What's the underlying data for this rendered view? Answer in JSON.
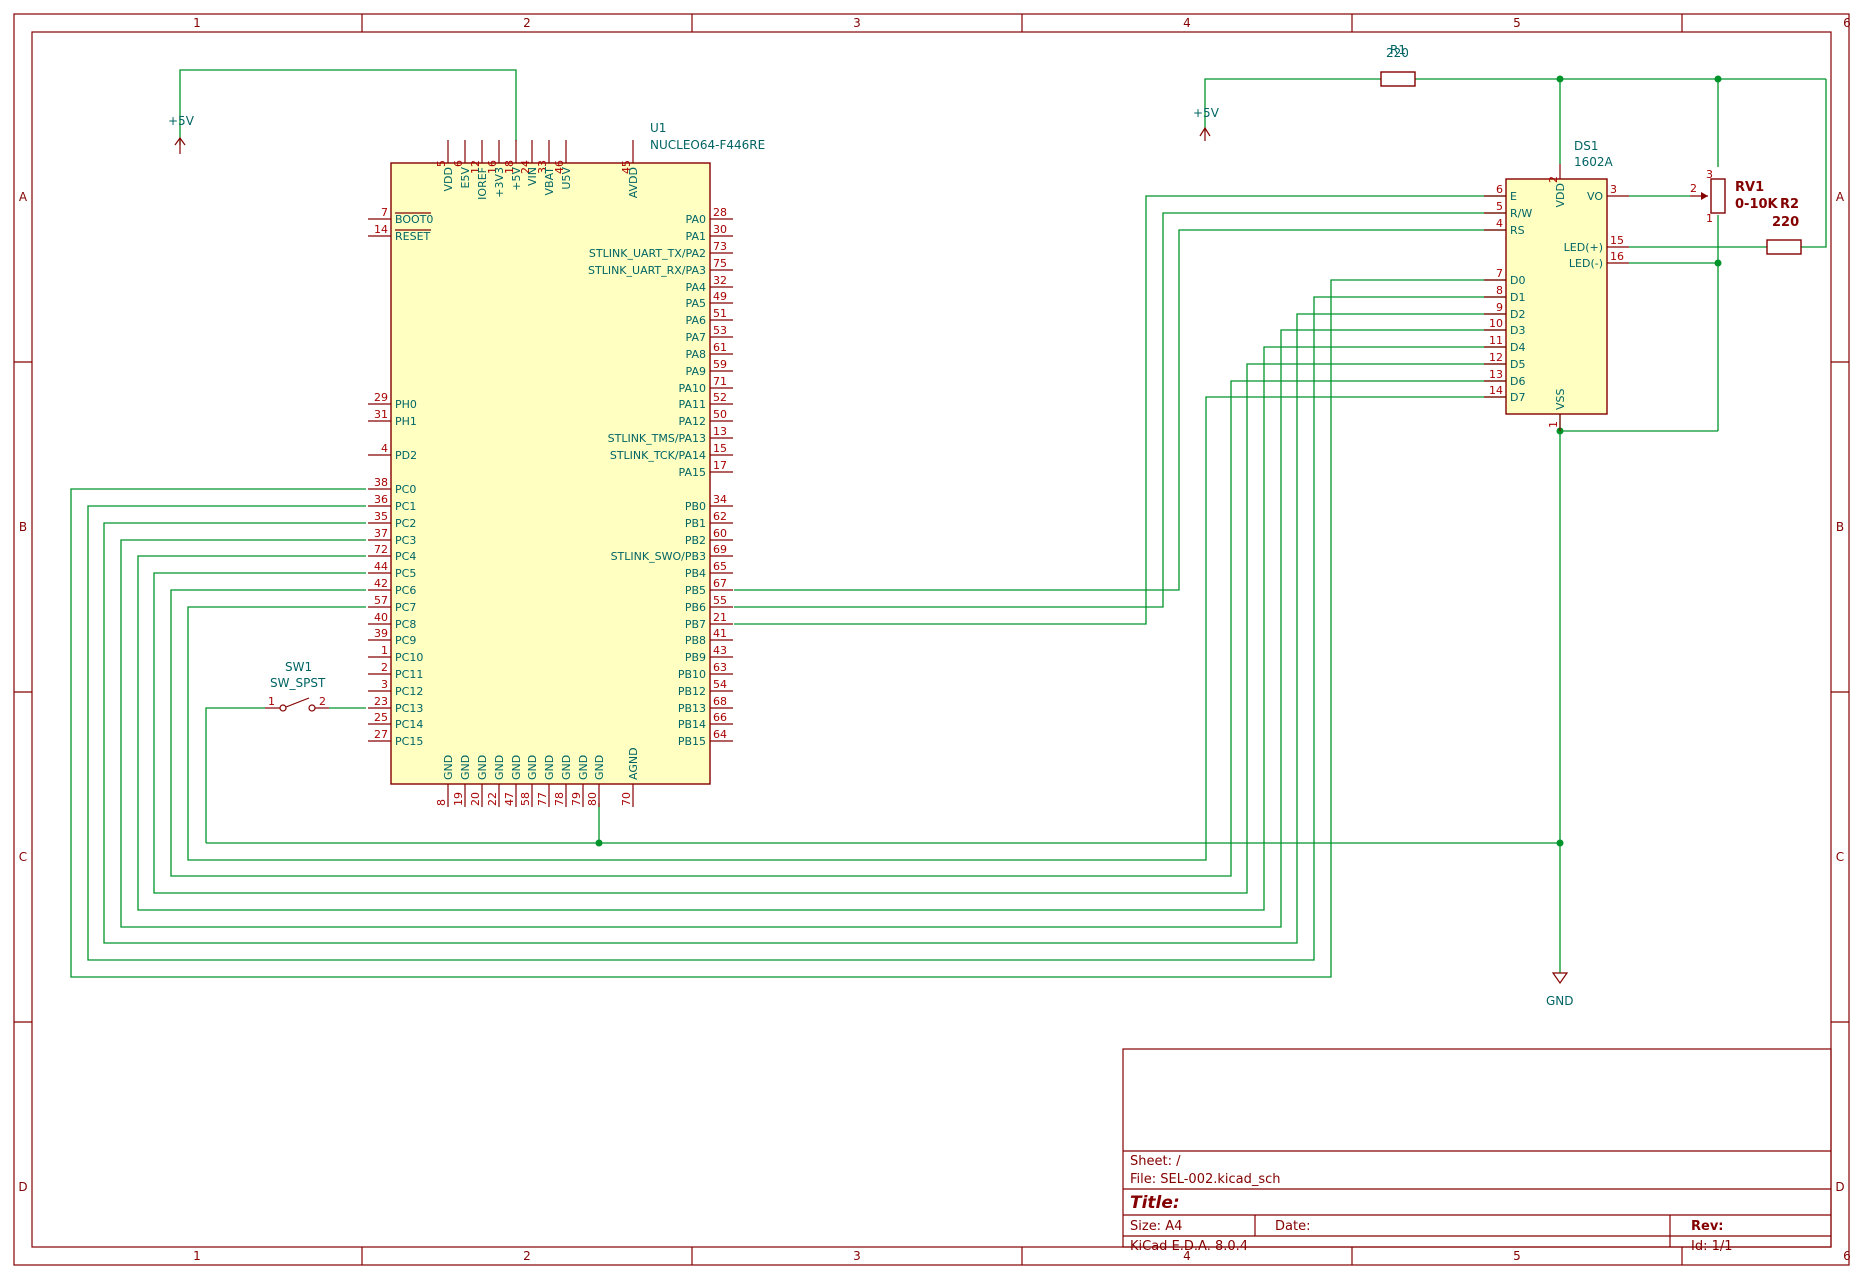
{
  "frame": {
    "columns": [
      "1",
      "2",
      "3",
      "4",
      "5",
      "6"
    ],
    "rows": [
      "A",
      "B",
      "C",
      "D"
    ]
  },
  "title_block": {
    "sheet_label": "Sheet: /",
    "file_label": "File: SEL-002.kicad_sch",
    "title_label": "Title:",
    "size_label": "Size: A4",
    "date_label": "Date:",
    "rev_label": "Rev:",
    "tool_label": "KiCad E.D.A. 8.0.4",
    "id_label": "Id: 1/1"
  },
  "u1": {
    "ref": "U1",
    "value": "NUCLEO64-F446RE",
    "top_pins": [
      {
        "num": "5",
        "name": "VDD"
      },
      {
        "num": "6",
        "name": "E5V"
      },
      {
        "num": "12",
        "name": "IOREF"
      },
      {
        "num": "16",
        "name": "+3V3"
      },
      {
        "num": "18",
        "name": "+5V"
      },
      {
        "num": "24",
        "name": "VIN"
      },
      {
        "num": "33",
        "name": "VBAT"
      },
      {
        "num": "46",
        "name": "U5V"
      },
      {
        "num": "45",
        "name": "AVDD"
      }
    ],
    "left_pins": [
      {
        "num": "7",
        "name": "BOOT0"
      },
      {
        "num": "14",
        "name": "RESET"
      },
      {
        "num": "29",
        "name": "PH0"
      },
      {
        "num": "31",
        "name": "PH1"
      },
      {
        "num": "4",
        "name": "PD2"
      },
      {
        "num": "38",
        "name": "PC0"
      },
      {
        "num": "36",
        "name": "PC1"
      },
      {
        "num": "35",
        "name": "PC2"
      },
      {
        "num": "37",
        "name": "PC3"
      },
      {
        "num": "72",
        "name": "PC4"
      },
      {
        "num": "44",
        "name": "PC5"
      },
      {
        "num": "42",
        "name": "PC6"
      },
      {
        "num": "57",
        "name": "PC7"
      },
      {
        "num": "40",
        "name": "PC8"
      },
      {
        "num": "39",
        "name": "PC9"
      },
      {
        "num": "1",
        "name": "PC10"
      },
      {
        "num": "2",
        "name": "PC11"
      },
      {
        "num": "3",
        "name": "PC12"
      },
      {
        "num": "23",
        "name": "PC13"
      },
      {
        "num": "25",
        "name": "PC14"
      },
      {
        "num": "27",
        "name": "PC15"
      }
    ],
    "right_pins": [
      {
        "num": "28",
        "name": "PA0"
      },
      {
        "num": "30",
        "name": "PA1"
      },
      {
        "num": "73",
        "name": "STLINK_UART_TX/PA2"
      },
      {
        "num": "75",
        "name": "STLINK_UART_RX/PA3"
      },
      {
        "num": "32",
        "name": "PA4"
      },
      {
        "num": "49",
        "name": "PA5"
      },
      {
        "num": "51",
        "name": "PA6"
      },
      {
        "num": "53",
        "name": "PA7"
      },
      {
        "num": "61",
        "name": "PA8"
      },
      {
        "num": "59",
        "name": "PA9"
      },
      {
        "num": "71",
        "name": "PA10"
      },
      {
        "num": "52",
        "name": "PA11"
      },
      {
        "num": "50",
        "name": "PA12"
      },
      {
        "num": "13",
        "name": "STLINK_TMS/PA13"
      },
      {
        "num": "15",
        "name": "STLINK_TCK/PA14"
      },
      {
        "num": "17",
        "name": "PA15"
      },
      {
        "num": "34",
        "name": "PB0"
      },
      {
        "num": "62",
        "name": "PB1"
      },
      {
        "num": "60",
        "name": "PB2"
      },
      {
        "num": "69",
        "name": "STLINK_SWO/PB3"
      },
      {
        "num": "65",
        "name": "PB4"
      },
      {
        "num": "67",
        "name": "PB5"
      },
      {
        "num": "55",
        "name": "PB6"
      },
      {
        "num": "21",
        "name": "PB7"
      },
      {
        "num": "41",
        "name": "PB8"
      },
      {
        "num": "43",
        "name": "PB9"
      },
      {
        "num": "63",
        "name": "PB10"
      },
      {
        "num": "54",
        "name": "PB12"
      },
      {
        "num": "68",
        "name": "PB13"
      },
      {
        "num": "66",
        "name": "PB14"
      },
      {
        "num": "64",
        "name": "PB15"
      }
    ],
    "bottom_pins": [
      {
        "num": "8",
        "name": "GND"
      },
      {
        "num": "19",
        "name": "GND"
      },
      {
        "num": "20",
        "name": "GND"
      },
      {
        "num": "22",
        "name": "GND"
      },
      {
        "num": "47",
        "name": "GND"
      },
      {
        "num": "58",
        "name": "GND"
      },
      {
        "num": "77",
        "name": "GND"
      },
      {
        "num": "78",
        "name": "GND"
      },
      {
        "num": "79",
        "name": "GND"
      },
      {
        "num": "80",
        "name": "GND"
      },
      {
        "num": "70",
        "name": "AGND"
      }
    ]
  },
  "ds1": {
    "ref": "DS1",
    "value": "1602A",
    "left_pins": [
      {
        "num": "6",
        "name": "E"
      },
      {
        "num": "5",
        "name": "R/W"
      },
      {
        "num": "4",
        "name": "RS"
      },
      {
        "num": "7",
        "name": "D0"
      },
      {
        "num": "8",
        "name": "D1"
      },
      {
        "num": "9",
        "name": "D2"
      },
      {
        "num": "10",
        "name": "D3"
      },
      {
        "num": "11",
        "name": "D4"
      },
      {
        "num": "12",
        "name": "D5"
      },
      {
        "num": "13",
        "name": "D6"
      },
      {
        "num": "14",
        "name": "D7"
      }
    ],
    "right_pins": [
      {
        "num": "3",
        "name": "VO"
      },
      {
        "num": "15",
        "name": "LED(+)"
      },
      {
        "num": "16",
        "name": "LED(-)"
      }
    ],
    "top_pin": {
      "num": "2",
      "name": "VDD"
    },
    "bottom_pin": {
      "num": "1",
      "name": "VSS"
    }
  },
  "sw1": {
    "ref": "SW1",
    "value": "SW_SPST",
    "pin1": "1",
    "pin2": "2"
  },
  "r1": {
    "ref": "R1",
    "value": "220"
  },
  "r2": {
    "ref": "R2",
    "value": "220"
  },
  "rv1": {
    "ref": "RV1",
    "value": "0-10K",
    "pin1": "1",
    "pin2": "2",
    "pin3": "3"
  },
  "power": {
    "plus5v_a": "+5V",
    "plus5v_b": "+5V",
    "gnd": "GND"
  }
}
